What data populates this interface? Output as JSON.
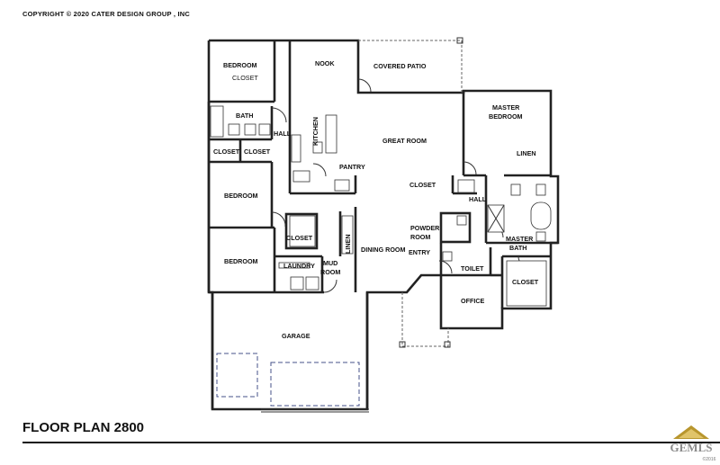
{
  "copyright": "COPYRIGHT © 2020  CATER DESIGN GROUP , INC",
  "title": "FLOOR PLAN 2800",
  "logo": {
    "name": "GEMLS",
    "year": "©2016"
  },
  "rooms": {
    "bedroom1": "BEDROOM",
    "closet1": "CLOSET",
    "nook": "NOOK",
    "covered_patio": "COVERED PATIO",
    "bath": "BATH",
    "hall1": "HALL",
    "kitchen": "KITCHEN",
    "great_room": "GREAT ROOM",
    "master_bedroom_1": "MASTER",
    "master_bedroom_2": "BEDROOM",
    "closet2": "CLOSET",
    "closet3": "CLOSET",
    "pantry": "PANTRY",
    "linen1": "LINEN",
    "bedroom2": "BEDROOM",
    "closet4": "CLOSET",
    "hall2": "HALL",
    "closet5": "CLOSET",
    "linen2": "LINEN",
    "powder_1": "POWDER",
    "powder_2": "ROOM",
    "master_bath_1": "MASTER",
    "master_bath_2": "BATH",
    "dining_room": "DINING ROOM",
    "entry": "ENTRY",
    "bedroom3": "BEDROOM",
    "laundry": "LAUNDRY",
    "mud_room_1": "MUD",
    "mud_room_2": "ROOM",
    "toilet": "TOILET",
    "closet6": "CLOSET",
    "office": "OFFICE",
    "garage": "GARAGE"
  }
}
